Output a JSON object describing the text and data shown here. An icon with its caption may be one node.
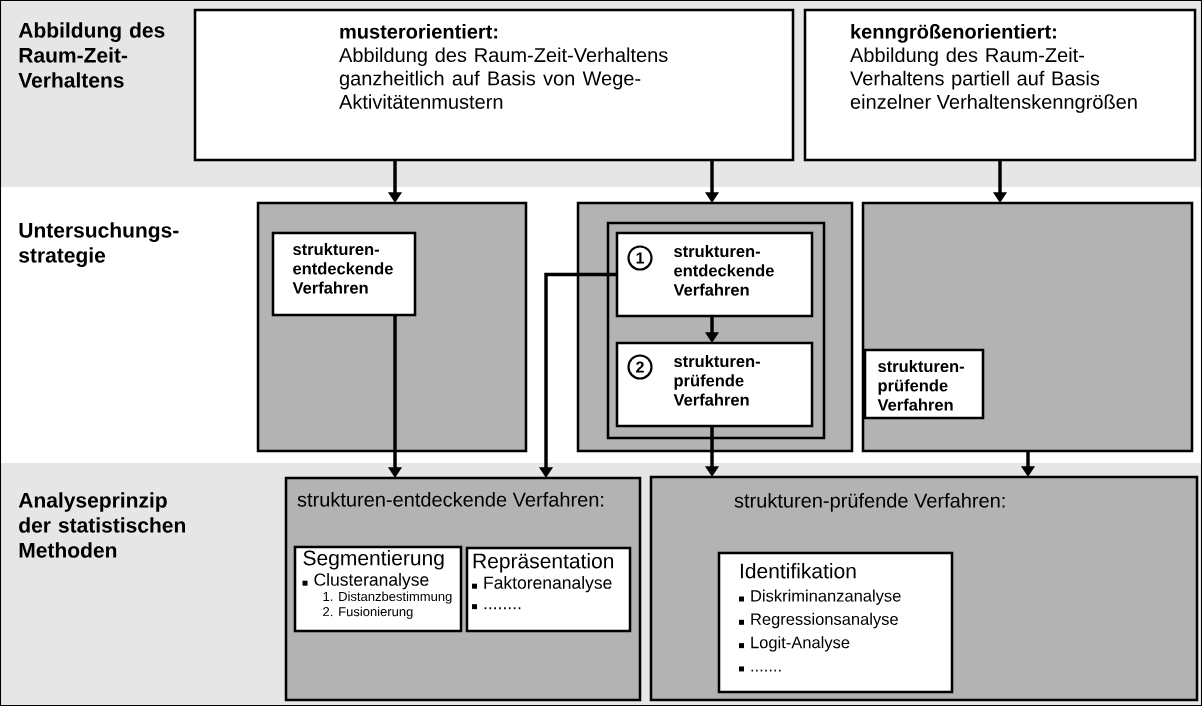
{
  "diagram": {
    "nodes": [
      {
        "text": [
          "musterorientiert:",
          "Abbildung des Raum-Zeit-Verhaltens ganzheitlich auf Basis von Wege-Aktivitätenmustern"
        ]
      },
      {
        "text": [
          "kenngrößenorientiert:",
          "Abbildung des Raum-Zeit-Verhaltens partiell auf Basis einzelner Verhaltenskenngrößen"
        ]
      },
      {
        "text": [],
        "shape": "box"
      },
      {
        "text": [
          "strukturen-entdeckende Verfahren"
        ],
        "in": 2
      },
      {
        "text": [],
        "shape": "box"
      },
      {
        "text": [],
        "shape": "box",
        "in": 4
      },
      {
        "text": [
          "1",
          "strukturen-entdeckende Verfahren"
        ],
        "in": 5
      },
      {
        "text": [
          "2",
          "strukturen-prüfende Verfahren"
        ],
        "in": 5
      },
      {
        "text": [],
        "shape": "box"
      },
      {
        "text": [
          "strukturen-prüfende Verfahren"
        ],
        "in": 8
      },
      {
        "text": [
          "strukturen-entdeckende Verfahren:"
        ]
      },
      {
        "text": [
          "Segmentierung",
          "Clusteranalyse",
          "1. Distanzbestimmung",
          "2. Fusionierung"
        ],
        "in": 10
      },
      {
        "text": [
          "Repräsentation",
          "Faktorenanalyse",
          "........"
        ],
        "in": 10
      },
      {
        "text": [
          "strukturen-prüfende Verfahren:"
        ]
      },
      {
        "text": [
          "Identifikation",
          "Diskriminanzanalyse",
          "Regressionsanalyse",
          "Logit-Analyse",
          "......."
        ],
        "in": 13
      }
    ],
    "edges": [
      {
        "from": 0,
        "to": 2,
        "arrow": "to"
      },
      {
        "from": 0,
        "to": 4,
        "arrow": "to"
      },
      {
        "from": 1,
        "to": 8,
        "arrow": "to"
      },
      {
        "from": 3,
        "to": 10,
        "arrow": "to"
      },
      {
        "from": 6,
        "to": 10,
        "arrow": "to"
      },
      {
        "from": 6,
        "to": 7,
        "arrow": "to"
      },
      {
        "from": 7,
        "to": 13,
        "arrow": "to"
      },
      {
        "from": 8,
        "to": 13,
        "arrow": "to"
      }
    ],
    "labels": [
      "Abbildung des Raum-Zeit-Verhaltens",
      "Untersuchungs-strategie",
      "Analyseprinzip der statistischen Methoden"
    ]
  }
}
